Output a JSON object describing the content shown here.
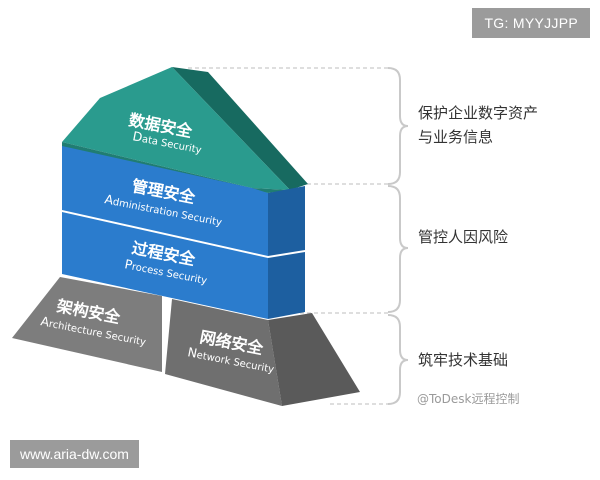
{
  "watermark_top": "TG: MYYJJPP",
  "watermark_bottom": "www.aria-dw.com",
  "source_credit": "@ToDesk远程控制",
  "layers": {
    "data": {
      "zh": "数据安全",
      "en_cap": "D",
      "en_rest": "ata Security",
      "color": "#2a9b8e"
    },
    "administration": {
      "zh": "管理安全",
      "en_cap": "A",
      "en_rest": "dministration Security",
      "color": "#2b7ccd"
    },
    "process": {
      "zh": "过程安全",
      "en_cap": "P",
      "en_rest": "rocess Security",
      "color": "#2b7ccd"
    },
    "architecture": {
      "zh": "架构安全",
      "en_cap": "A",
      "en_rest": "rchitecture Security",
      "color": "#7d7d7d"
    },
    "network": {
      "zh": "网络安全",
      "en_cap": "N",
      "en_rest": "etwork Security",
      "color": "#6f6f6f"
    }
  },
  "right_labels": {
    "top_line1": "保护企业数字资产",
    "top_line2": "与业务信息",
    "middle": "管控人因风险",
    "bottom": "筑牢技术基础"
  }
}
